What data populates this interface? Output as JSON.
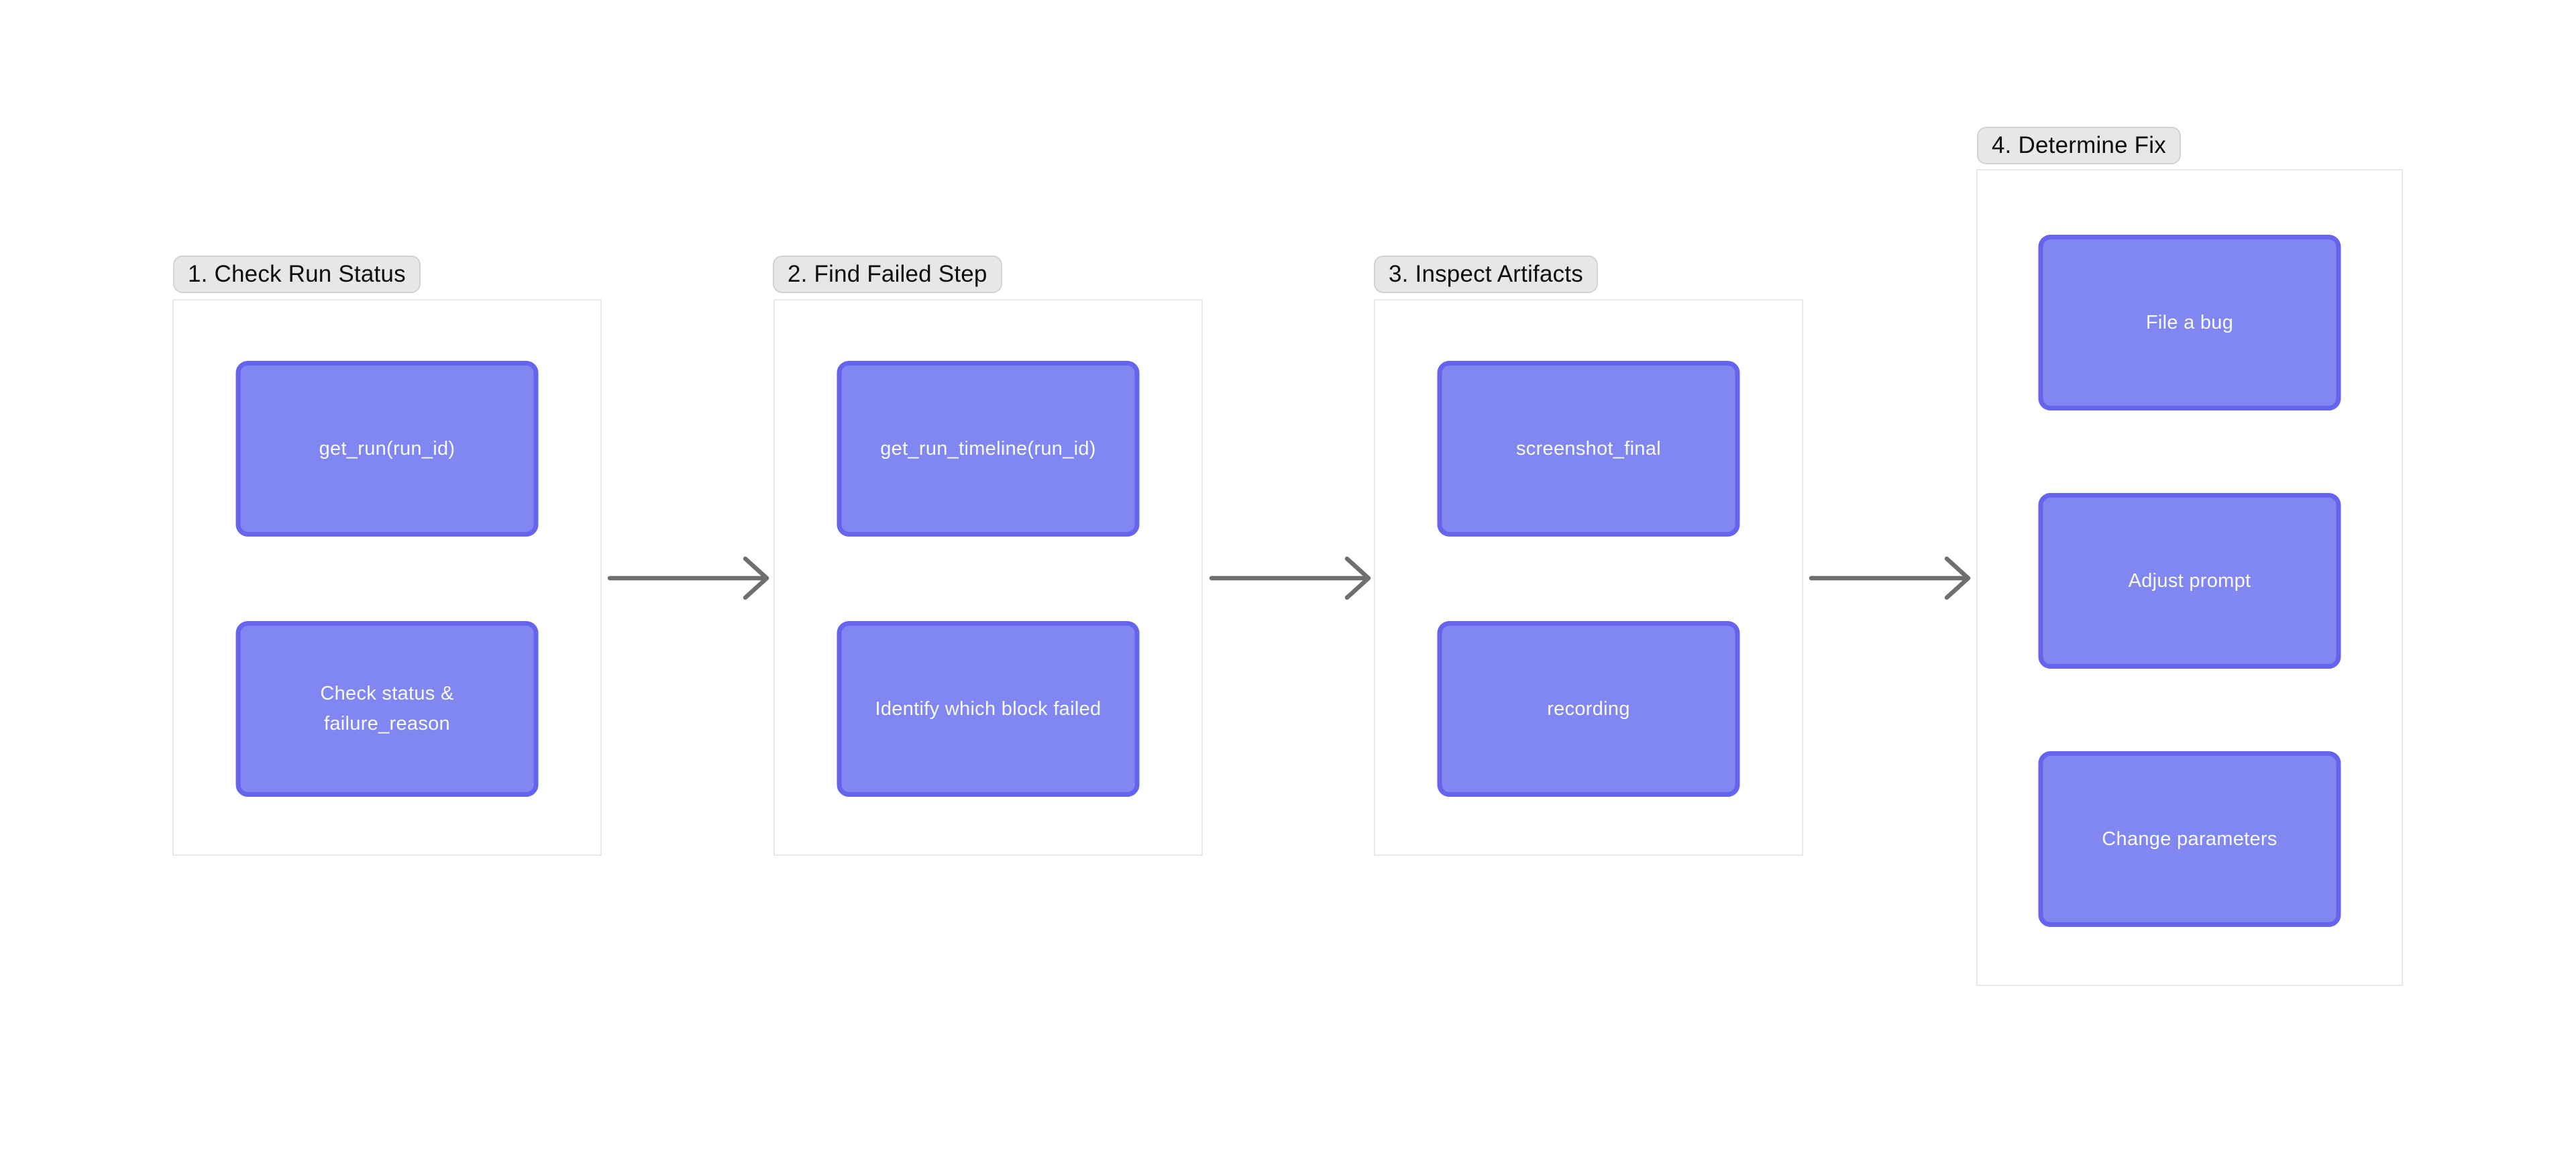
{
  "diagram": {
    "groups": [
      {
        "label": "1. Check Run Status",
        "nodes": [
          "get_run(run_id)",
          "Check status & failure_reason"
        ]
      },
      {
        "label": "2. Find Failed Step",
        "nodes": [
          "get_run_timeline(run_id)",
          "Identify which block failed"
        ]
      },
      {
        "label": "3. Inspect Artifacts",
        "nodes": [
          "screenshot_final",
          "recording"
        ]
      },
      {
        "label": "4. Determine Fix",
        "nodes": [
          "File a bug",
          "Adjust prompt",
          "Change parameters"
        ]
      }
    ],
    "arrows": [
      {
        "from": "1. Check Run Status",
        "to": "2. Find Failed Step"
      },
      {
        "from": "2. Find Failed Step",
        "to": "3. Inspect Artifacts"
      },
      {
        "from": "3. Inspect Artifacts",
        "to": "4. Determine Fix"
      }
    ],
    "colors": {
      "canvas_bg": "#ffffff",
      "node_fill": "#8187f0",
      "node_border": "#6564ec",
      "node_text": "#f9f9ff",
      "label_bg": "#e7e7e9",
      "label_border": "#d2d2d6",
      "label_text": "#0d0d0f",
      "frame_border": "#e8e8ea",
      "arrow": "#6f6f6f"
    }
  }
}
